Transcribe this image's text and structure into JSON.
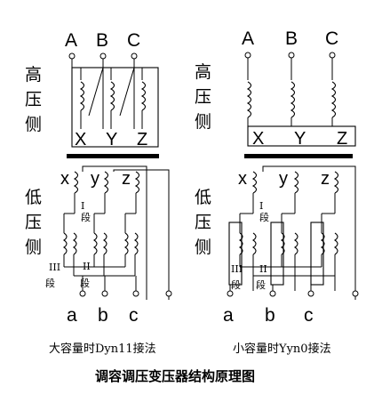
{
  "left_diagram": {
    "hv_terminals": [
      "A",
      "B",
      "C"
    ],
    "hv_winding_ends": [
      "X",
      "Y",
      "Z"
    ],
    "lv_winding_starts": [
      "x",
      "y",
      "z"
    ],
    "lv_terminals": [
      "a",
      "b",
      "c"
    ],
    "hv_side_label": [
      "高",
      "压",
      "侧"
    ],
    "lv_side_label": [
      "低",
      "压",
      "侧"
    ],
    "segment_1": [
      "I",
      "段"
    ],
    "segment_2": "II",
    "segment_2_char": "段",
    "segment_3": [
      "III",
      "段"
    ],
    "caption": "大容量时Dyn11接法"
  },
  "right_diagram": {
    "hv_terminals": [
      "A",
      "B",
      "C"
    ],
    "hv_winding_ends": [
      "X",
      "Y",
      "Z"
    ],
    "lv_winding_starts": [
      "x",
      "y",
      "z"
    ],
    "lv_terminals": [
      "a",
      "b",
      "c"
    ],
    "hv_side_label": [
      "高",
      "压",
      "侧"
    ],
    "lv_side_label": [
      "低",
      "压",
      "侧"
    ],
    "segment_1": [
      "I",
      "段"
    ],
    "segment_2": "II",
    "segment_2_char": "段",
    "segment_3": [
      "III",
      "段"
    ],
    "caption": "小容量时Yyn0接法"
  },
  "title": "调容调压变压器结构原理图",
  "colors": {
    "ink": "#000000",
    "background": "#ffffff"
  }
}
